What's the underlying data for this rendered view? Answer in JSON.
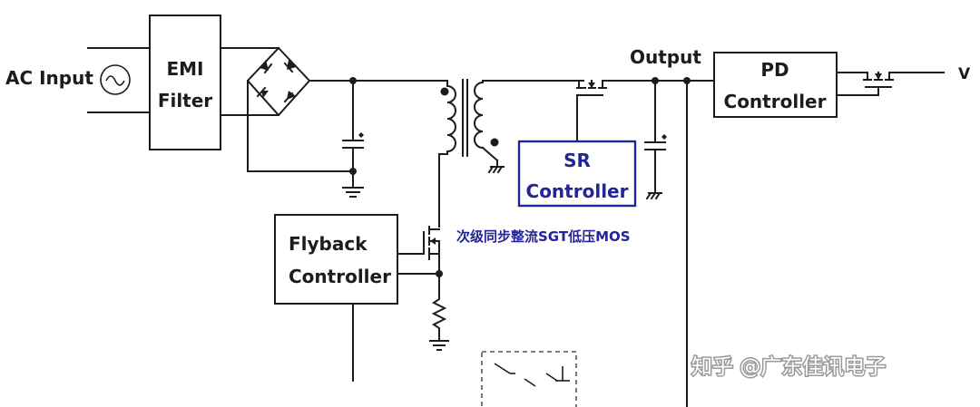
{
  "labels": {
    "ac_input": "AC Input",
    "emi_line1": "EMI",
    "emi_line2": "Filter",
    "output": "Output",
    "pd_line1": "PD",
    "pd_line2": "Controller",
    "v_out": "V",
    "sr_line1": "SR",
    "sr_line2": "Controller",
    "flyback_line1": "Flyback",
    "flyback_line2": "Controller",
    "sr_note": "次级同步整流SGT低压MOS"
  },
  "watermark": "知乎 @广东佳讯电子",
  "colors": {
    "wire": "#1c1c1c",
    "sr_block": "#23239a",
    "background": "#ffffff"
  }
}
